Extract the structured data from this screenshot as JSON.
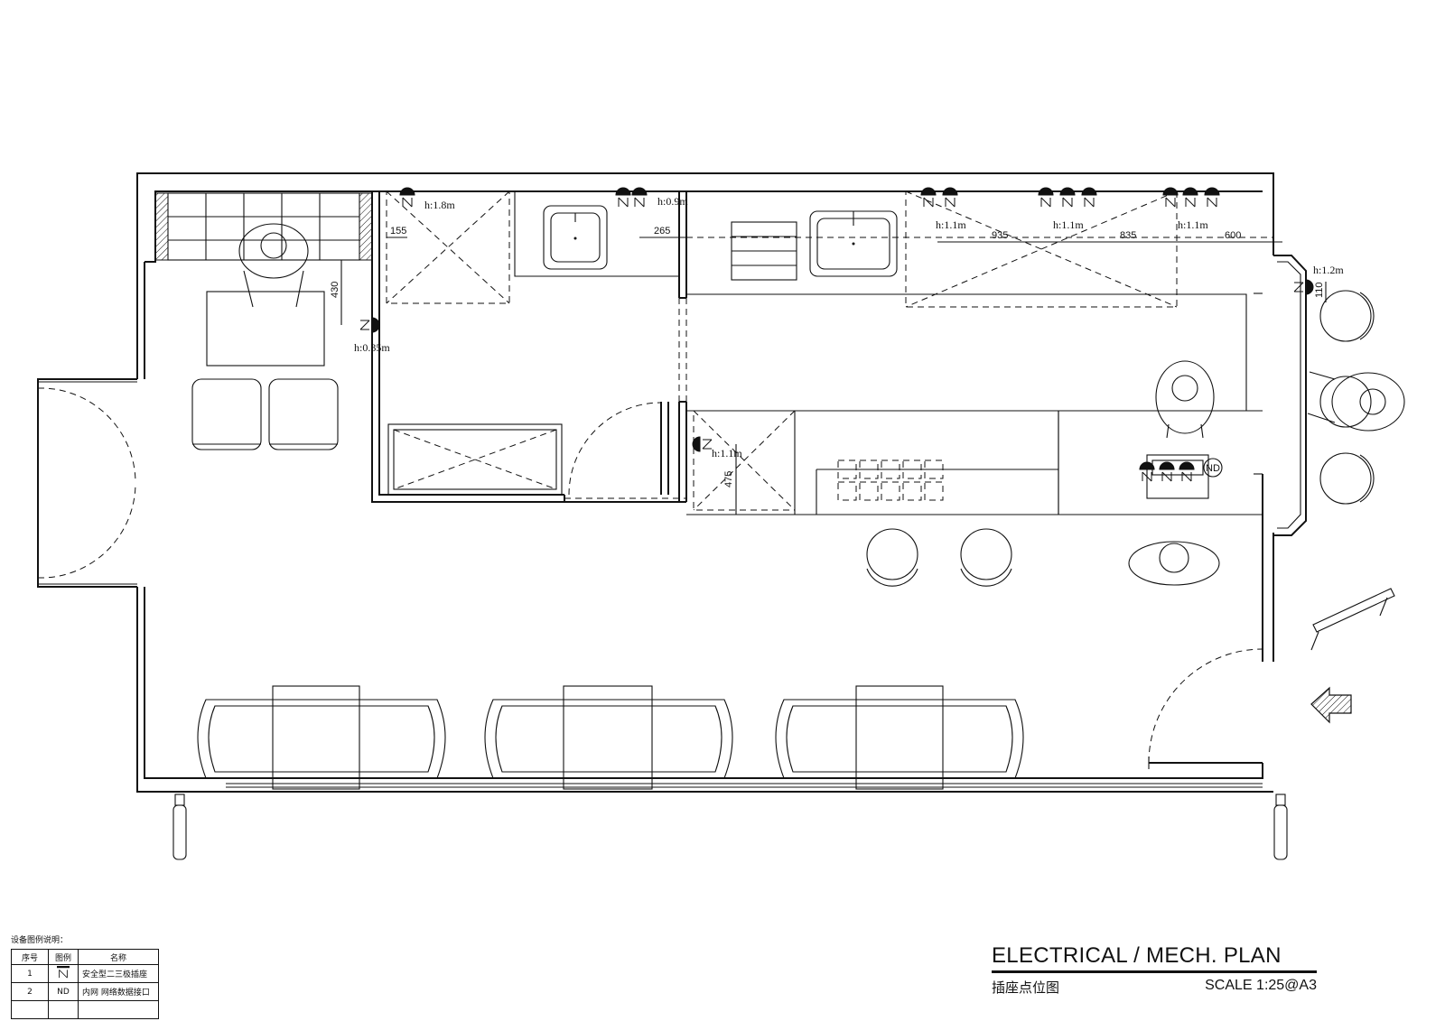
{
  "plan": {
    "title": "ELECTRICAL / MECH. PLAN",
    "subtitle": "插座点位图",
    "scale": "SCALE  1:25@A3"
  },
  "socket_heights": {
    "h1": "h:1.8m",
    "h2": "h:0.9m",
    "h3": "h:1.1m",
    "h4": "h:1.1m",
    "h5": "h:1.1m",
    "h6": "h:1.2m",
    "h7": "h:0.35m",
    "h8": "h:1.1m"
  },
  "dimensions": {
    "d155": "155",
    "d265": "265",
    "d935": "935",
    "d835": "835",
    "d600": "600",
    "d430": "430",
    "d475": "475",
    "d110": "110"
  },
  "symbols": {
    "nd_tag": "ND",
    "socket_glyph": "N"
  },
  "legend": {
    "title": "设备图例说明：",
    "headers": [
      "序号",
      "图例",
      "名称"
    ],
    "rows": [
      {
        "no": "1",
        "symbol": "socket-icon",
        "name": "安全型二三极插座"
      },
      {
        "no": "2",
        "symbol": "ND",
        "name": "内网 网络数据接口"
      },
      {
        "no": "",
        "symbol": "",
        "name": ""
      }
    ]
  }
}
